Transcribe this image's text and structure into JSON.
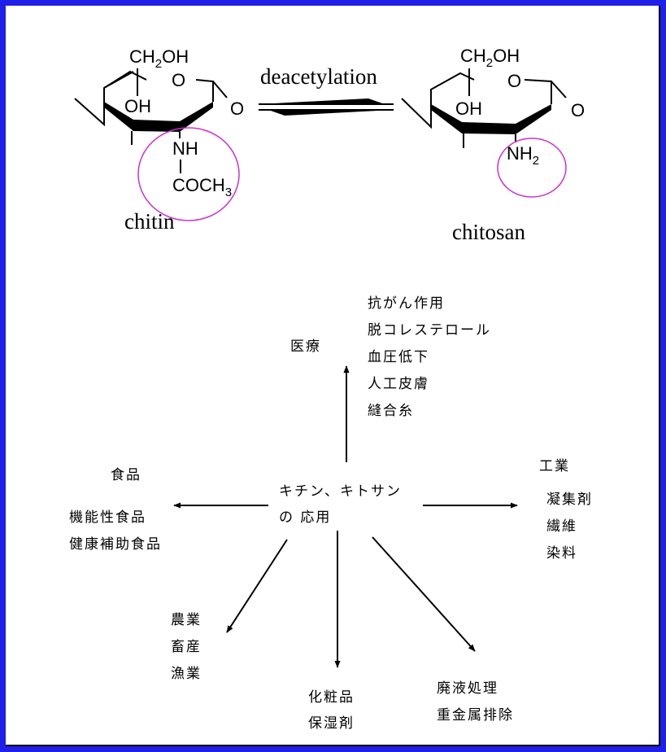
{
  "reaction": {
    "arrow_label": "deacetylation",
    "chitin": {
      "name": "chitin",
      "ch2oh_prefix": "CH",
      "ch2oh_sub": "2",
      "ch2oh_suffix": "OH",
      "ring_o": "O",
      "oh": "OH",
      "link_o": "O",
      "nh": "NH",
      "coch3_prefix": "COCH",
      "coch3_sub": "3"
    },
    "chitosan": {
      "name": "chitosan",
      "ch2oh_prefix": "CH",
      "ch2oh_sub": "2",
      "ch2oh_suffix": "OH",
      "ring_o": "O",
      "oh": "OH",
      "link_o": "O",
      "nh2_prefix": "NH",
      "nh2_sub": "2"
    },
    "highlight_color": "#cc33cc"
  },
  "applications": {
    "center": [
      "キチン、キトサン",
      "の 応用"
    ],
    "medical": {
      "title": "医療",
      "items": [
        "抗がん作用",
        "脱コレステロール",
        "血圧低下",
        "人工皮膚",
        "縫合糸"
      ]
    },
    "food": {
      "title": "食品",
      "items": [
        "機能性食品",
        "健康補助食品"
      ]
    },
    "industry": {
      "title": "工業",
      "items": [
        "凝集剤",
        "繊維",
        "染料"
      ]
    },
    "agriculture": {
      "items": [
        "農業",
        "畜産",
        "漁業"
      ]
    },
    "cosmetics": {
      "items": [
        "化粧品",
        "保湿剤"
      ]
    },
    "wastewater": {
      "items": [
        "廃液処理",
        "重金属排除"
      ]
    }
  },
  "colors": {
    "border": "#1f1fe8",
    "highlight": "#cc33cc"
  }
}
